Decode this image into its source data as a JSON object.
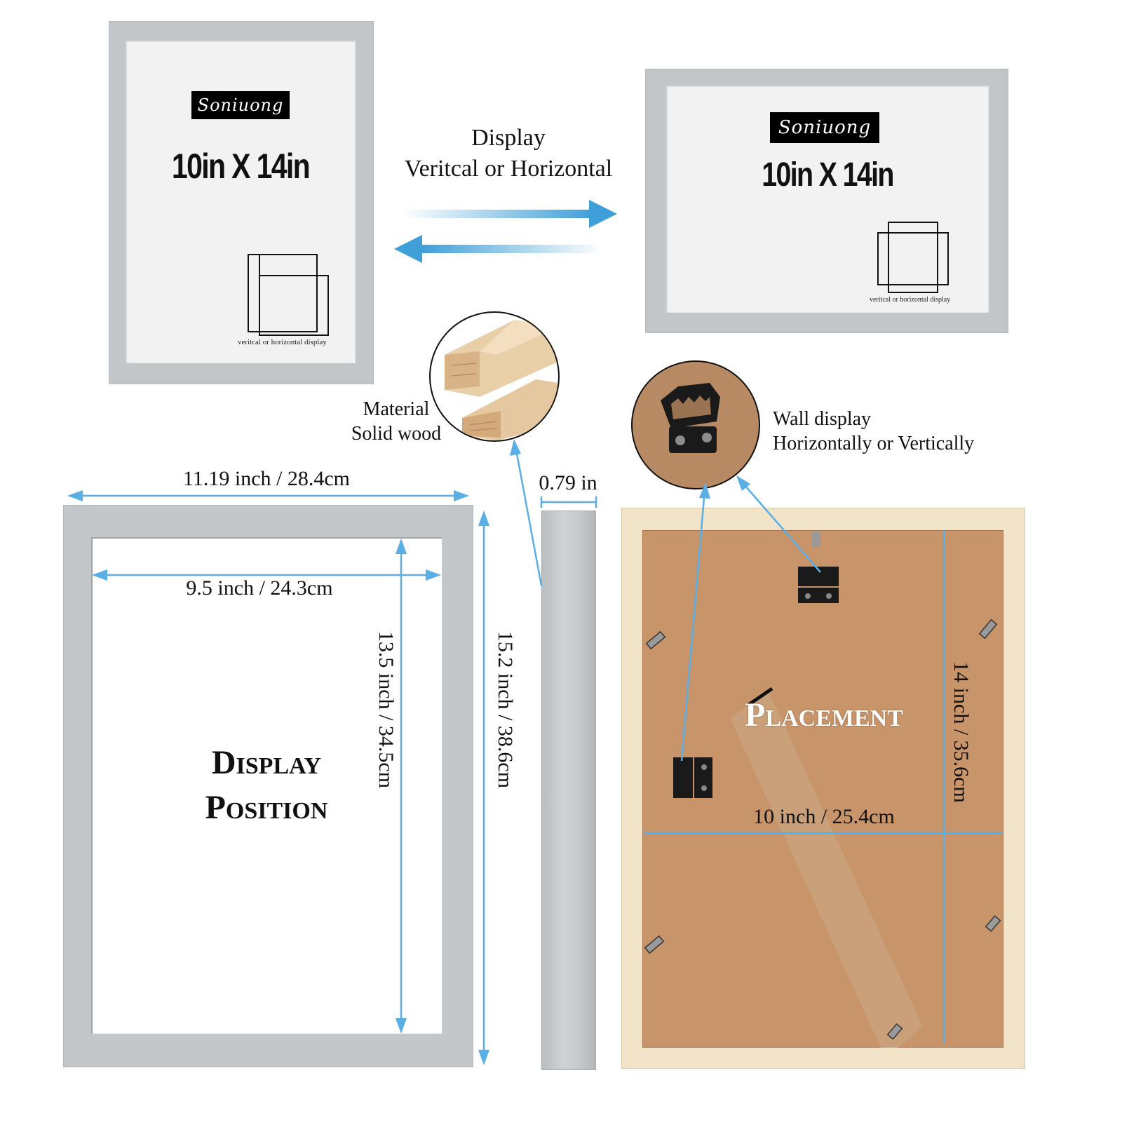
{
  "top_left_frame": {
    "brand": "Soniuong",
    "size_label": "10in X 14in",
    "caption": "veritcal or horizontal display"
  },
  "top_right_frame": {
    "brand": "Soniuong",
    "size_label": "10in X 14in",
    "caption": "veritcal or horizontal display"
  },
  "display_heading": {
    "line1": "Display",
    "line2": "Veritcal or Horizontal"
  },
  "material": {
    "line1": "Material",
    "line2": "Solid wood"
  },
  "wall_display": {
    "line1": "Wall display",
    "line2": "Horizontally or Vertically"
  },
  "dimensions": {
    "outer_width": "11.19 inch / 28.4cm",
    "inner_width": "9.5 inch / 24.3cm",
    "inner_height": "13.5 inch / 34.5cm",
    "outer_height": "15.2 inch / 38.6cm",
    "depth": "0.79 in",
    "back_width": "10 inch / 25.4cm",
    "back_height": "14 inch / 35.6cm"
  },
  "front_frame_text": {
    "line1": "Display",
    "line2": "Position"
  },
  "back_frame_text": "Placement",
  "colors": {
    "frame_grey": "#c2c6c8",
    "measure_blue": "#5aaee6",
    "arrow_blue": "#3f9fd8",
    "wood": "#f0e2c6",
    "kraft": "#c9956a"
  }
}
